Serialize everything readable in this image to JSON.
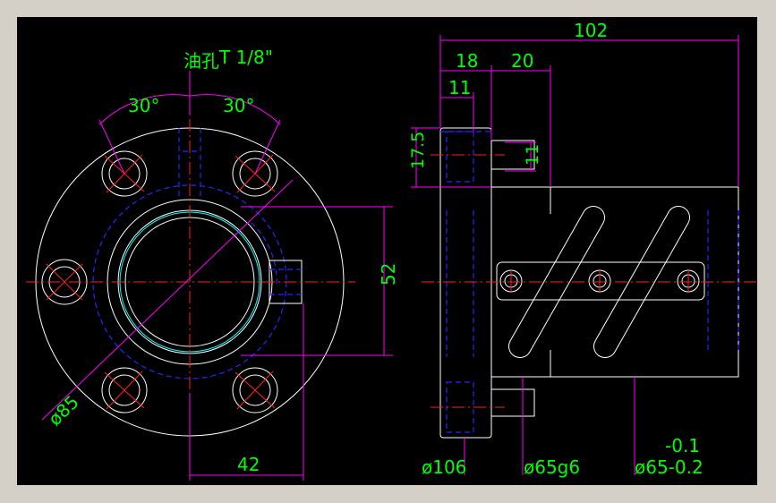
{
  "drawing": {
    "title_note_cn": "油孔",
    "title_note_thread": "T 1/8\"",
    "angle_left": "30°",
    "angle_right": "30°",
    "dim_52": "52",
    "dim_42": "42",
    "dim_dia85": "ø85",
    "dim_102": "102",
    "dim_18": "18",
    "dim_20": "20",
    "dim_11_top": "11",
    "dim_17_5": "17.5",
    "dim_11_side": "11",
    "dim_dia106": "ø106",
    "dim_dia65g6": "ø65g6",
    "dim_dia65": "ø65-0.2",
    "dim_tol_upper": "-0.1"
  },
  "colors": {
    "background": "#000000",
    "frame": "#d4d0c8",
    "outline": "#ffffff",
    "hidden": "#2626ff",
    "center": "#ff2020",
    "dimension": "#ff00ff",
    "text": "#00ff00",
    "thread": "#00ffff"
  }
}
